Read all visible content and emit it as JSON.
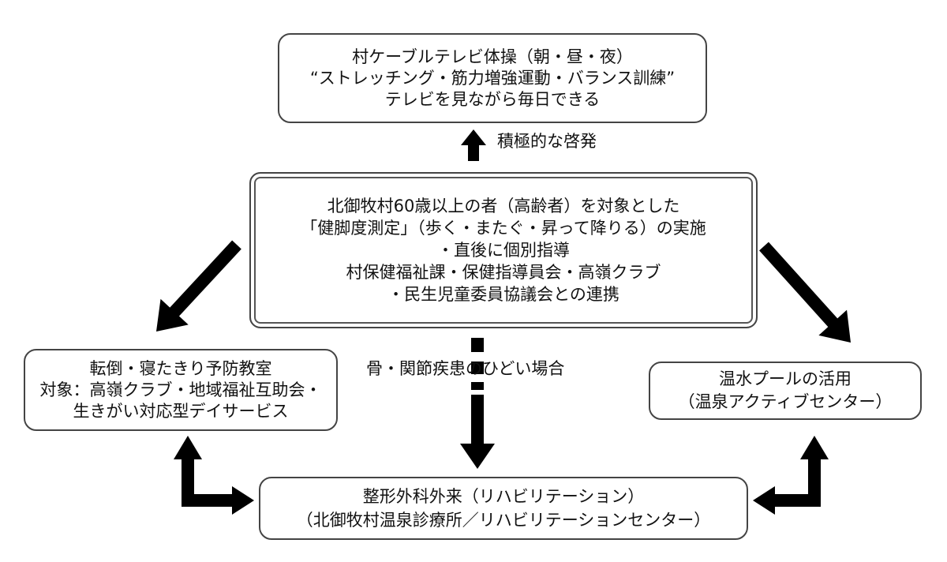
{
  "diagram": {
    "nodes": {
      "top": {
        "lines": [
          "村ケーブルテレビ体操（朝・昼・夜）",
          "“ストレッチング・筋力増強運動・バランス訓練”",
          "テレビを見ながら毎日できる"
        ]
      },
      "center": {
        "lines": [
          "北御牧村60歳以上の者（高齢者）を対象とした",
          "「健脚度測定」（歩く・またぐ・昇って降りる）の実施",
          "・直後に個別指導",
          "村保健福祉課・保健指導員会・高嶺クラブ",
          "・民生児童委員協議会との連携"
        ]
      },
      "left": {
        "lines": [
          "転倒・寝たきり予防教室",
          "対象：高嶺クラブ・地域福祉互助会・",
          "生きがい対応型デイサービス"
        ]
      },
      "right": {
        "lines": [
          "温水プールの活用",
          "（温泉アクティブセンター）"
        ]
      },
      "bottom": {
        "lines": [
          "整形外科外来（リハビリテーション）",
          "（北御牧村温泉診療所／リハビリテーションセンター）"
        ]
      }
    },
    "edges": [
      {
        "from": "center",
        "to": "top",
        "label": "積極的な啓発"
      },
      {
        "from": "center",
        "to": "left",
        "label": ""
      },
      {
        "from": "center",
        "to": "right",
        "label": ""
      },
      {
        "from": "center",
        "to": "bottom",
        "label": "骨・関節疾患のひどい場合"
      },
      {
        "from": "left",
        "to": "bottom",
        "label": ""
      },
      {
        "from": "bottom",
        "to": "left",
        "label": ""
      },
      {
        "from": "bottom",
        "to": "right",
        "label": ""
      },
      {
        "from": "right",
        "to": "bottom",
        "label": ""
      }
    ]
  },
  "colors": {
    "arrow": "#000000",
    "border": "#444444",
    "text": "#111111",
    "background": "#ffffff"
  }
}
